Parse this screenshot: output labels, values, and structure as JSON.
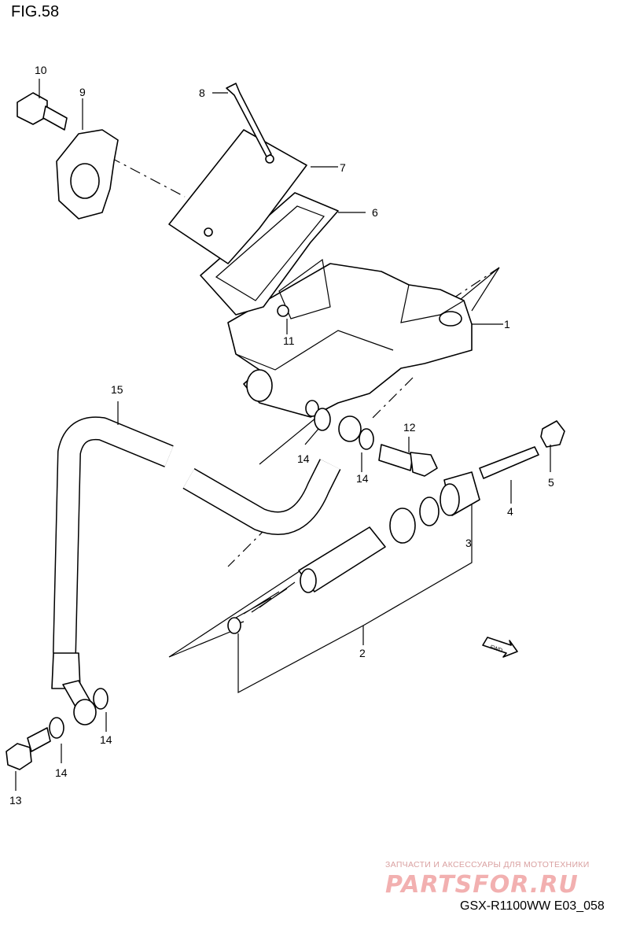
{
  "figure": {
    "title": "FIG.58"
  },
  "callouts": [
    "1",
    "2",
    "3",
    "4",
    "5",
    "6",
    "7",
    "8",
    "9",
    "10",
    "11",
    "12",
    "13",
    "14",
    "15"
  ],
  "callouts_repeat": {
    "14": [
      "14",
      "14",
      "14",
      "14"
    ]
  },
  "watermark": {
    "top_text": "ЗАПЧАСТИ И АКСЕССУАРЫ ДЛЯ МОТОТЕХНИКИ",
    "logo_text": "PARTSFOR.RU"
  },
  "fwd_label": "FWD",
  "model_code": "GSX-R1100WW  E03_058"
}
